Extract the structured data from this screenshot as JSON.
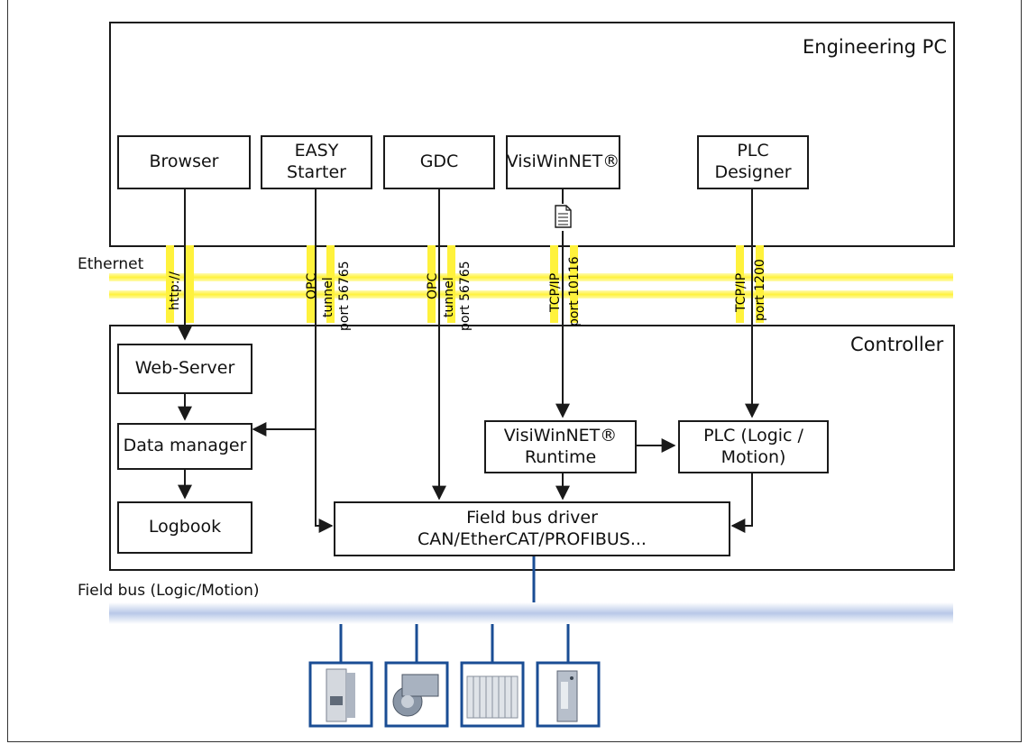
{
  "engineering_pc": {
    "label": "Engineering PC",
    "apps": {
      "browser": "Browser",
      "easy_starter": "EASY Starter",
      "gdc": "GDC",
      "visiwinnet": "VisiWinNET®",
      "plc_designer": "PLC Designer"
    }
  },
  "ethernet": {
    "label": "Ethernet",
    "connections": [
      {
        "name": "browser",
        "line1": "http://",
        "line2": ""
      },
      {
        "name": "easy-starter",
        "line1": "OPC",
        "line2": "tunnel",
        "line3": "port 56765"
      },
      {
        "name": "gdc",
        "line1": "OPC",
        "line2": "tunnel",
        "line3": "port 56765"
      },
      {
        "name": "visiwinnet",
        "line1": "TCP/IP",
        "line2": "port 10116"
      },
      {
        "name": "plc-designer",
        "line1": "TCP/IP",
        "line2": "port 1200"
      }
    ]
  },
  "controller": {
    "label": "Controller",
    "web_server": "Web-Server",
    "data_manager": "Data manager",
    "logbook": "Logbook",
    "visiwinnet_runtime": "VisiWinNET® Runtime",
    "plc": "PLC (Logic / Motion)",
    "fieldbus_driver_line1": "Field bus driver",
    "fieldbus_driver_line2": "CAN/EtherCAT/PROFIBUS..."
  },
  "fieldbus": {
    "label": "Field bus (Logic/Motion)",
    "devices": [
      "drive-inverter-icon",
      "servo-motor-icon",
      "io-system-icon",
      "servo-drive-icon"
    ]
  },
  "colors": {
    "ethernet_yellow": "#fff23c",
    "fieldbus_blue": "#b8c8e8",
    "link_blue": "#1a4d94",
    "line": "#1a1a1a"
  }
}
